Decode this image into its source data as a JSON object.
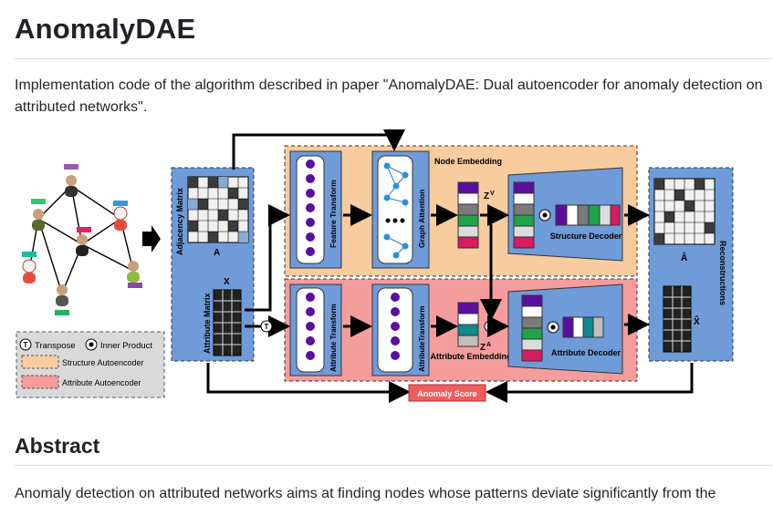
{
  "heading": "AnomalyDAE",
  "description": "Implementation code of the algorithm described in paper \"AnomalyDAE: Dual autoencoder for anomaly detection on attributed networks\".",
  "figure": {
    "adjacency_matrix": "Adjacency Matrix",
    "adjacency_symbol": "A",
    "attribute_matrix": "Attribute Matrix",
    "attribute_symbol": "X",
    "feature_transform": "Feature Transform",
    "graph_attention": "Graph Attention",
    "node_embedding": "Node Embedding",
    "zv": "Z",
    "zv_sup": "V",
    "structure_decoder": "Structure Decoder",
    "attribute_transform_1": "Attribute Transform",
    "attribute_transform_2": "AttributeTransform",
    "attribute_embedding": "Attribute Embedding",
    "za": "Z",
    "za_sup": "A",
    "attribute_decoder": "Attribute Decoder",
    "a_hat": "Â",
    "x_hat": "X̂",
    "reconstructions": "Reconstructions",
    "anomaly_score": "Anomaly Score",
    "transpose_glyph": "T",
    "legend_transpose": "Transpose",
    "legend_inner_product": "Inner Product",
    "legend_structure": "Structure Autoencoder",
    "legend_attribute": "Attribute Autoencoder",
    "colors": {
      "blue": "#6f9bd8",
      "orange_region": "#f8cc9e",
      "red_region": "#f59c9c",
      "purple": "#5b0f9e",
      "score_box": "#f25c5c"
    }
  },
  "abstract_heading": "Abstract",
  "abstract_first_line": "Anomaly detection on attributed networks aims at finding nodes whose patterns deviate significantly from the"
}
